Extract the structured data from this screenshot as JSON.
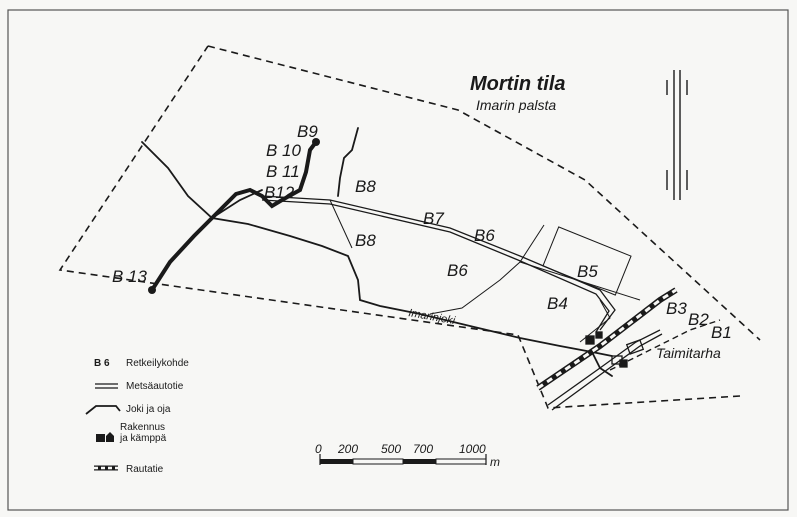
{
  "map": {
    "title": "Mortin tila",
    "subtitle": "Imarin palsta",
    "river_label": "Imarinjoki",
    "nursery_label": "Taimitarha",
    "sites": [
      "B9",
      "B 10",
      "B 11",
      "B12",
      "B8",
      "B8",
      "B7",
      "B6",
      "B6",
      "B5",
      "B4",
      "B 13",
      "B3",
      "B2",
      "B1"
    ]
  },
  "legend": {
    "items": [
      {
        "symbol": "B 6",
        "label": "Retkeilykohde",
        "icon": "site-code"
      },
      {
        "symbol": "",
        "label": "Metsäautotie",
        "icon": "double-line"
      },
      {
        "symbol": "",
        "label": "Joki ja oja",
        "icon": "river-line"
      },
      {
        "symbol": "",
        "label": "Rakennus\nja kämppä",
        "icon": "building-hut"
      },
      {
        "symbol": "",
        "label": "Rautatie",
        "icon": "railway-line"
      }
    ]
  },
  "scale_bar": {
    "ticks": [
      "0",
      "200",
      "500",
      "700",
      "1000"
    ],
    "unit": "m"
  },
  "colors": {
    "ink": "#1a1a1a",
    "paper": "#f7f7f5"
  }
}
